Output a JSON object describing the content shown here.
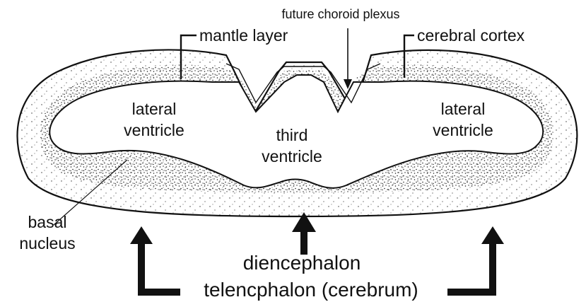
{
  "labels": {
    "future_choroid_plexus": "future choroid plexus",
    "mantle_layer": "mantle layer",
    "cerebral_cortex": "cerebral cortex",
    "lateral_ventricle_left_1": "lateral",
    "lateral_ventricle_left_2": "ventricle",
    "lateral_ventricle_right_1": "lateral",
    "lateral_ventricle_right_2": "ventricle",
    "third_ventricle_1": "third",
    "third_ventricle_2": "ventricle",
    "basal_nucleus_1": "basal",
    "basal_nucleus_2": "nucleus",
    "diencephalon": "diencephalon",
    "telencephalon": "telencphalon (cerebrum)"
  },
  "colors": {
    "ink": "#111111",
    "paper": "#ffffff"
  }
}
